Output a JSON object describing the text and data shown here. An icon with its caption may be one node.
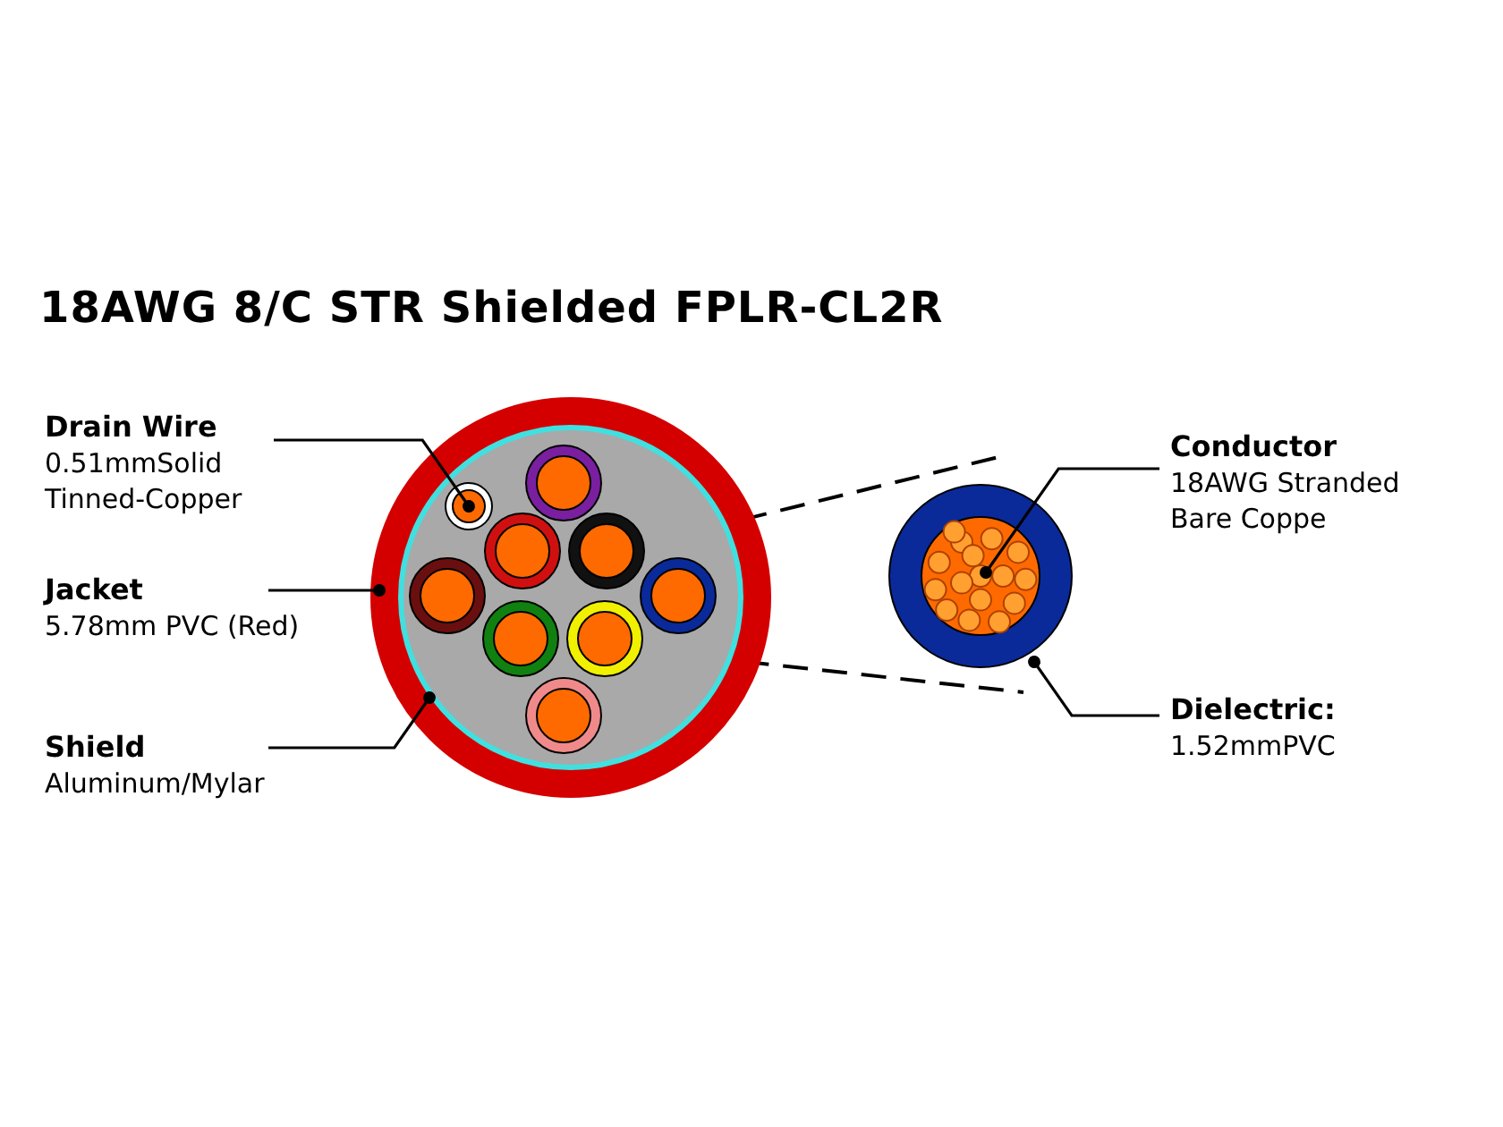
{
  "diagram": {
    "title": "18AWG 8/C STR Shielded FPLR-CL2R",
    "nodes": [
      {
        "text": [
          "Drain Wire",
          "0.51mmSolid Tinned-Copper"
        ]
      },
      {
        "text": [
          "Jacket",
          "5.78mm PVC (Red)"
        ]
      },
      {
        "text": [
          "Shield",
          "Aluminum/Mylar"
        ]
      },
      {
        "text": [
          "Conductor",
          "18AWG Stranded Bare Coppe"
        ]
      },
      {
        "text": [
          "Dielectric:",
          "1.52mmPVC"
        ]
      },
      {
        "text": [],
        "shape": "circle",
        "in": 7
      },
      {
        "text": [],
        "shape": "circle"
      },
      {
        "text": [],
        "shape": "circle",
        "in": 6
      },
      {
        "text": [],
        "shape": "circle",
        "in": 9
      },
      {
        "text": [],
        "shape": "circle"
      }
    ],
    "edges": [
      {
        "from": 0,
        "to": 5,
        "arrow": "other"
      },
      {
        "from": 1,
        "to": 6,
        "arrow": "other"
      },
      {
        "from": 2,
        "to": 7,
        "arrow": "other"
      },
      {
        "from": 3,
        "to": 8,
        "arrow": "other"
      },
      {
        "from": 4,
        "to": 9,
        "arrow": "other"
      }
    ]
  }
}
